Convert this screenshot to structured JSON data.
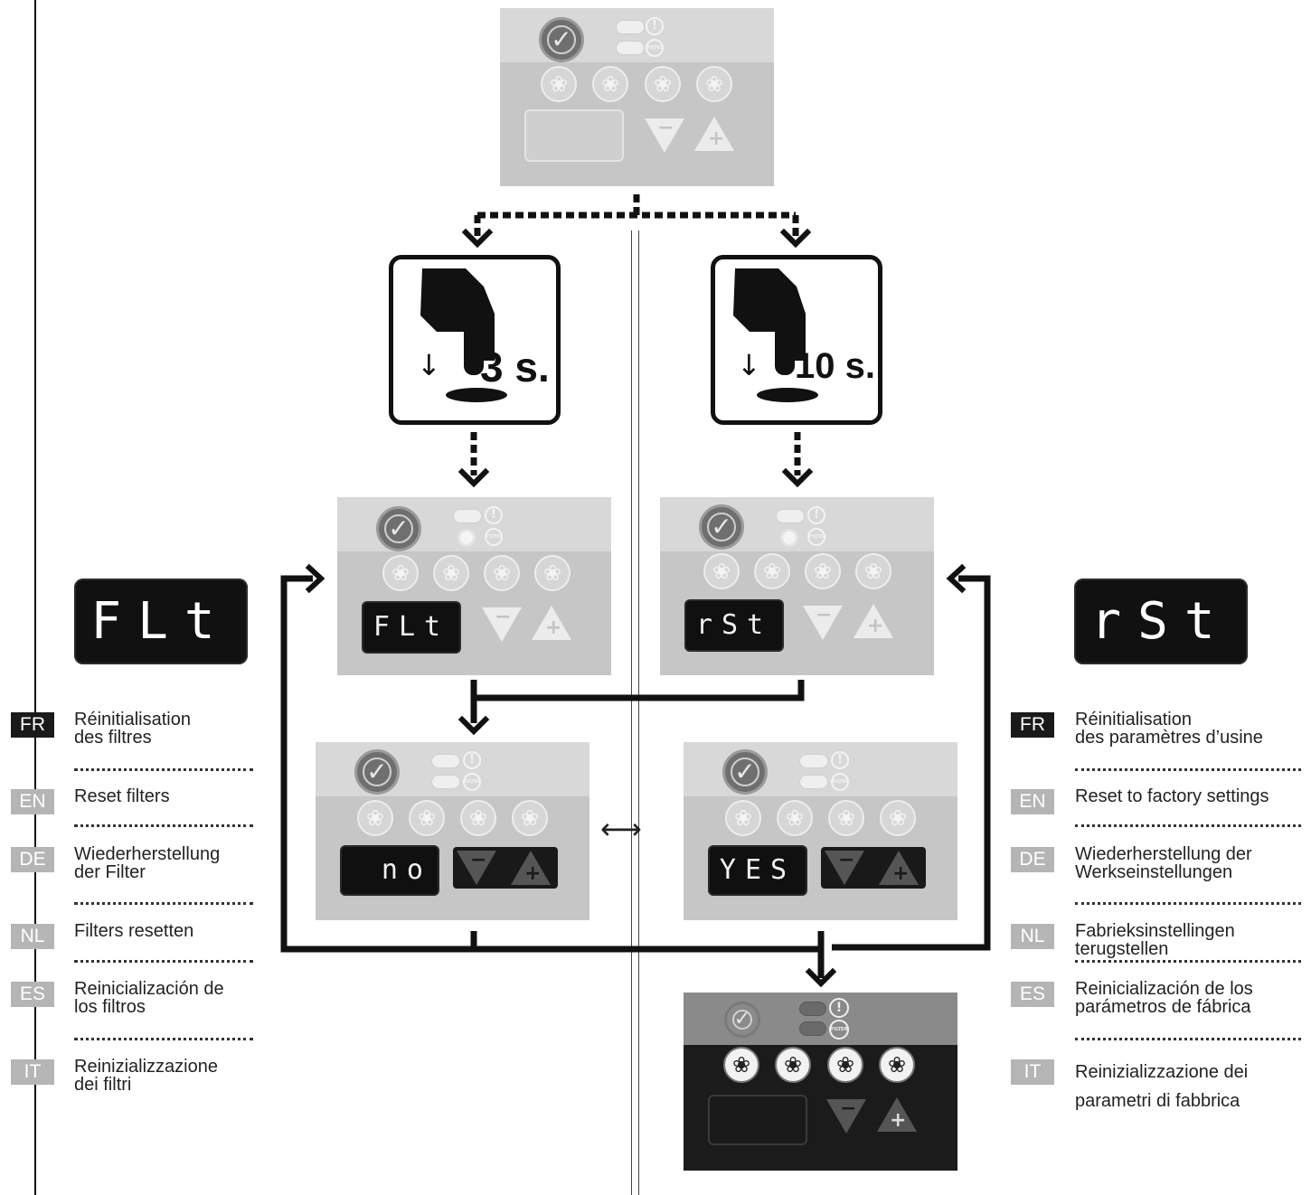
{
  "hands": {
    "left": {
      "duration": "3 s.",
      "arrow": "↓"
    },
    "right": {
      "duration": "10 s.",
      "arrow": "↓"
    }
  },
  "panels": {
    "top": {
      "display": "",
      "check_glyph": "✓",
      "alert_glyph": "!",
      "filter_glyph": "FILTER",
      "fan_glyph": "❀",
      "minus_glyph": "−",
      "plus_glyph": "+"
    },
    "left_mid": {
      "display": "FLt"
    },
    "right_mid": {
      "display": "rSt"
    },
    "left_low": {
      "display": "no"
    },
    "right_low": {
      "display": "YES"
    },
    "final": {
      "display": ""
    }
  },
  "big_codes": {
    "left": "FLt",
    "right": "rSt"
  },
  "toggle_glyph": "⟷",
  "legend_left": [
    {
      "lang": "FR",
      "text": "Réinitialisation\ndes filtres"
    },
    {
      "lang": "EN",
      "text": "Reset filters"
    },
    {
      "lang": "DE",
      "text": "Wiederherstellung\nder Filter"
    },
    {
      "lang": "NL",
      "text": "Filters resetten"
    },
    {
      "lang": "ES",
      "text": "Reinicialización de\nlos filtros"
    },
    {
      "lang": "IT",
      "text": "Reinizializzazione\ndei filtri"
    }
  ],
  "legend_right": [
    {
      "lang": "FR",
      "text": "Réinitialisation\ndes paramètres d’usine"
    },
    {
      "lang": "EN",
      "text": "Reset to factory settings"
    },
    {
      "lang": "DE",
      "text": "Wiederherstellung der\nWerkseinstellungen"
    },
    {
      "lang": "NL",
      "text": "Fabrieksinstellingen\nterugstellen"
    },
    {
      "lang": "ES",
      "text": "Reinicialización de los\nparámetros de fábrica"
    },
    {
      "lang": "IT",
      "text": "Reinizializzazione dei\nparametri di fabbrica"
    }
  ],
  "colors": {
    "ink": "#111111",
    "panel_light": "#d8d8d8",
    "panel_mid": "#c6c6c6",
    "display_bg": "#101010",
    "tag_fr": "#1a1a1a",
    "tag_other": "#b5b5b5"
  }
}
